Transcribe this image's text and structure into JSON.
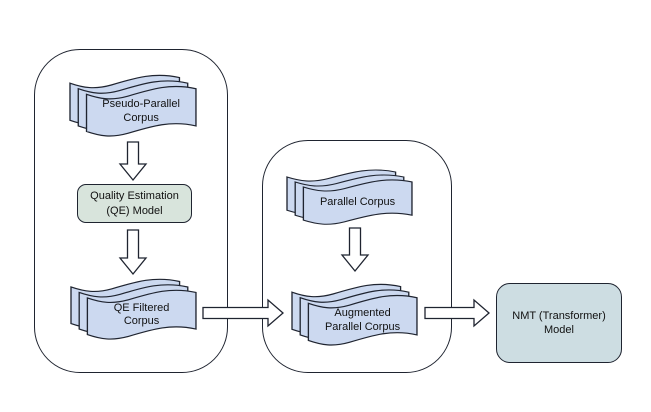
{
  "diagram": {
    "left_stage": {
      "pseudo_corpus": {
        "line1": "Pseudo-Parallel",
        "line2": "Corpus"
      },
      "qe_model": {
        "line1": "Quality Estimation",
        "line2": "(QE) Model"
      },
      "qe_filtered_corpus": {
        "line1": "QE Filtered",
        "line2": "Corpus"
      }
    },
    "middle_stage": {
      "parallel_corpus": {
        "line1": "Parallel Corpus",
        "line2": ""
      },
      "augmented_corpus": {
        "line1": "Augmented",
        "line2": "Parallel Corpus"
      }
    },
    "nmt_model": {
      "line1": "NMT (Transformer)",
      "line2": "Model"
    }
  },
  "colors": {
    "corpus_fill": "#ccd9f0",
    "qe_model_fill": "#d8e4dc",
    "nmt_model_fill": "#cddde2",
    "outline": "#1f2430",
    "background": "#ffffff"
  }
}
